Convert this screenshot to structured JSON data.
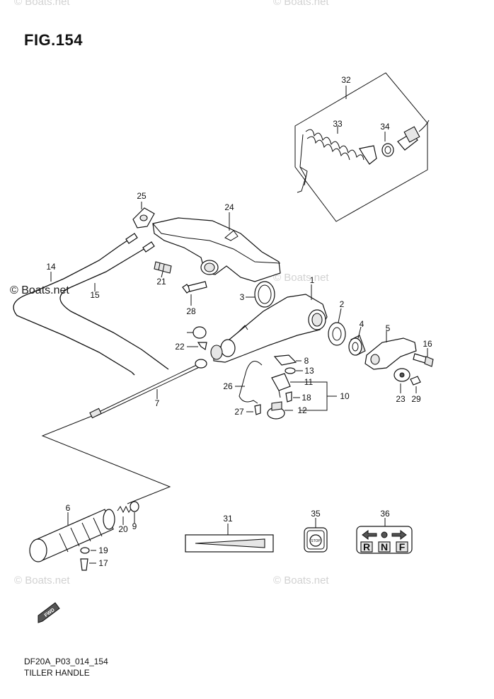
{
  "figure": {
    "title": "FIG.154",
    "code": "DF20A_P03_014_154",
    "name": "TILLER HANDLE"
  },
  "watermark": {
    "strong": "© Boats.net",
    "faint": "© Boats.net"
  },
  "callouts": {
    "n1": "1",
    "n2": "2",
    "n3": "3",
    "n4": "4",
    "n5": "5",
    "n6": "6",
    "n7": "7",
    "n8": "8",
    "n9": "9",
    "n10": "10",
    "n11": "11",
    "n12": "12",
    "n13": "13",
    "n14": "14",
    "n15": "15",
    "n16": "16",
    "n17": "17",
    "n18": "18",
    "n19": "19",
    "n20": "20",
    "n21": "21",
    "n22": "22",
    "n23": "23",
    "n24": "24",
    "n25": "25",
    "n26": "26",
    "n27": "27",
    "n28": "28",
    "n29": "29",
    "n31": "31",
    "n32": "32",
    "n33": "33",
    "n34": "34",
    "n35": "35",
    "n36": "36"
  },
  "decals": {
    "stop": "STOP",
    "gear_r": "R",
    "gear_n": "N",
    "gear_f": "F",
    "fwd": "FWD"
  }
}
